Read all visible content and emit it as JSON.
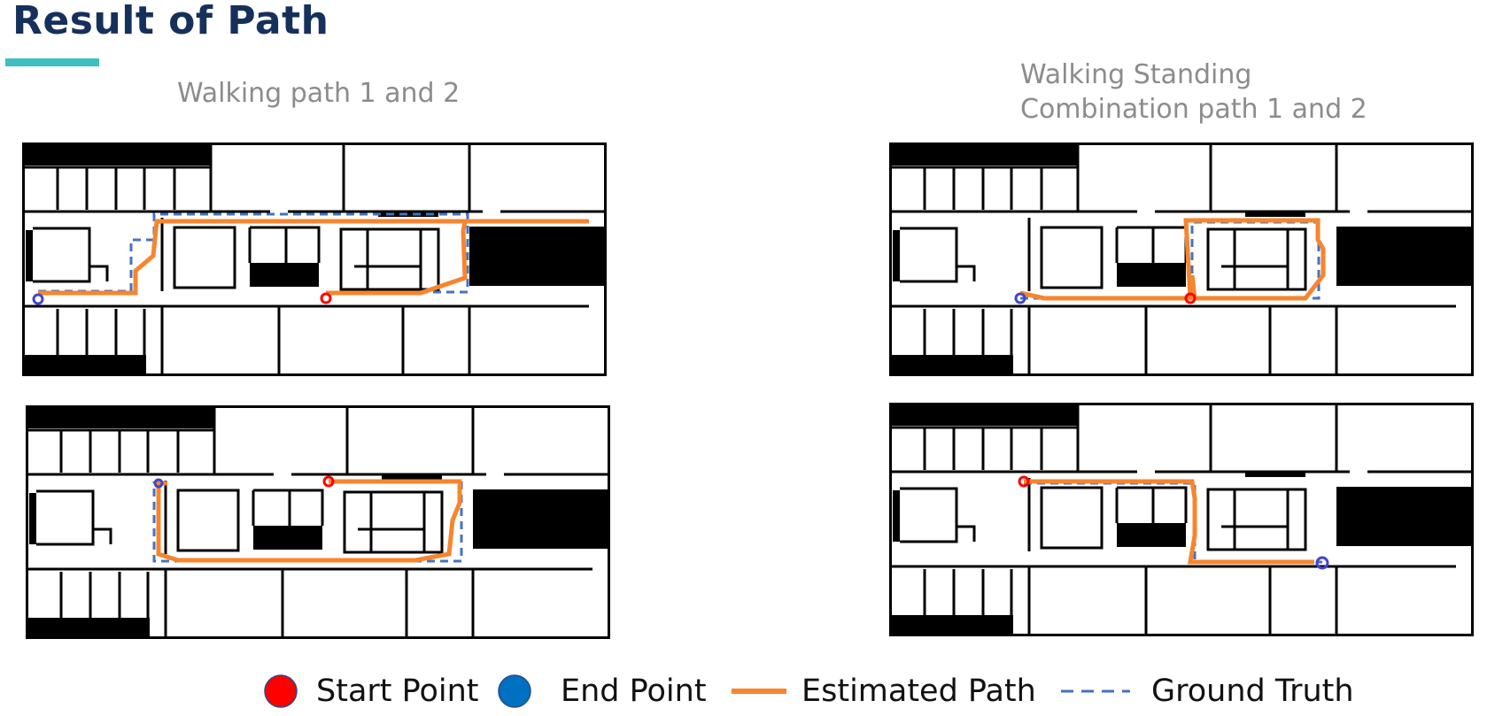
{
  "header": {
    "title": "Result of Path"
  },
  "panels": {
    "left_title": "Walking path 1 and 2",
    "right_title_line1": "Walking Standing",
    "right_title_line2": "Combination path 1 and 2"
  },
  "legend": {
    "start": "Start Point",
    "end": "End Point",
    "estimated": "Estimated Path",
    "ground_truth": "Ground Truth"
  },
  "colors": {
    "title": "#16305c",
    "accent": "#3fbfbf",
    "start_point": "#ff0000",
    "end_point": "#0070c0",
    "estimated_path": "#f7852e",
    "ground_truth": "#4472c4"
  }
}
